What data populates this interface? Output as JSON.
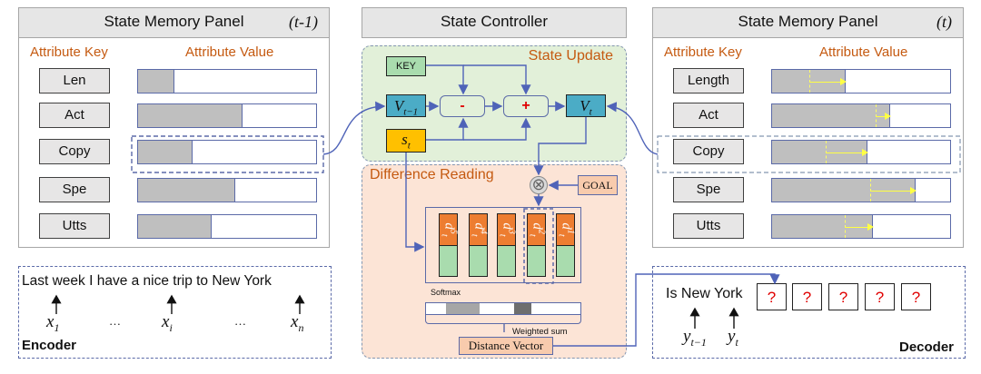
{
  "left_panel": {
    "title": "State Memory Panel",
    "timestep": "(t-1)",
    "key_header": "Attribute Key",
    "value_header": "Attribute Value",
    "rows": [
      {
        "key": "Len",
        "value_fraction": 0.2,
        "highlighted": false
      },
      {
        "key": "Act",
        "value_fraction": 0.58,
        "highlighted": false
      },
      {
        "key": "Copy",
        "value_fraction": 0.3,
        "highlighted": true
      },
      {
        "key": "Spe",
        "value_fraction": 0.54,
        "highlighted": false
      },
      {
        "key": "Utts",
        "value_fraction": 0.41,
        "highlighted": false
      }
    ]
  },
  "right_panel": {
    "title": "State Memory Panel",
    "timestep": "(t)",
    "key_header": "Attribute Key",
    "value_header": "Attribute Value",
    "rows": [
      {
        "key": "Length",
        "prev_fraction": 0.21,
        "value_fraction": 0.41,
        "highlighted": false
      },
      {
        "key": "Act",
        "prev_fraction": 0.58,
        "value_fraction": 0.66,
        "highlighted": false
      },
      {
        "key": "Copy",
        "prev_fraction": 0.3,
        "value_fraction": 0.53,
        "highlighted": true
      },
      {
        "key": "Spe",
        "prev_fraction": 0.55,
        "value_fraction": 0.8,
        "highlighted": false
      },
      {
        "key": "Utts",
        "prev_fraction": 0.41,
        "value_fraction": 0.56,
        "highlighted": false
      }
    ]
  },
  "controller": {
    "title": "State Controller",
    "state_update": {
      "title": "State Update",
      "key_label": "KEY",
      "v_prev": {
        "base": "V",
        "sub": "t−1"
      },
      "s_t": {
        "base": "s",
        "sub": "t"
      },
      "v_t": {
        "base": "V",
        "sub": "t"
      },
      "minus_label": "-",
      "plus_label": "+"
    },
    "difference_reading": {
      "title": "Difference Reading",
      "goal_label": "GOAL",
      "multiply_symbol": "⊗",
      "cells": [
        {
          "base": "d",
          "sup": "5",
          "sub": "t",
          "highlighted": false
        },
        {
          "base": "d",
          "sup": "4",
          "sub": "t",
          "highlighted": false
        },
        {
          "base": "d",
          "sup": "3",
          "sub": "t",
          "highlighted": false
        },
        {
          "base": "d",
          "sup": "2",
          "sub": "t",
          "highlighted": true
        },
        {
          "base": "d",
          "sup": "1",
          "sub": "t",
          "highlighted": false
        }
      ],
      "softmax_label": "Softmax",
      "softmax_weights": [
        {
          "start": 0.13,
          "end": 0.35,
          "color": "#a6a6a6"
        },
        {
          "start": 0.57,
          "end": 0.68,
          "color": "#6e6e6e"
        }
      ],
      "weighted_sum_label": "Weighted sum",
      "distance_vector_label": "Distance Vector"
    }
  },
  "encoder": {
    "sentence": "Last week I have a nice trip to New York",
    "tokens": [
      {
        "base": "x",
        "sub": "1"
      },
      {
        "base": "…",
        "sub": ""
      },
      {
        "base": "x",
        "sub": "i"
      },
      {
        "base": "…",
        "sub": ""
      },
      {
        "base": "x",
        "sub": "n"
      }
    ],
    "label": "Encoder"
  },
  "decoder": {
    "prefix_words": [
      "Is",
      "New",
      "York"
    ],
    "prefix_text": "Is New York",
    "tokens": [
      {
        "base": "y",
        "sub": "t−1"
      },
      {
        "base": "y",
        "sub": "t"
      }
    ],
    "unknown_slots": [
      "?",
      "?",
      "?",
      "?",
      "?"
    ],
    "label": "Decoder"
  },
  "colors": {
    "accent_orange_text": "#c55a11",
    "arrow_blue": "#4f63b8",
    "update_bg": "#e2f0d9",
    "reading_bg": "#fce4d6",
    "v_node": "#4bacc6",
    "s_node": "#ffc000",
    "key_node": "#a9dcae",
    "d_cell_top": "#ed7d31",
    "question_red": "#e00000",
    "shift_yellow": "#ffff44"
  }
}
